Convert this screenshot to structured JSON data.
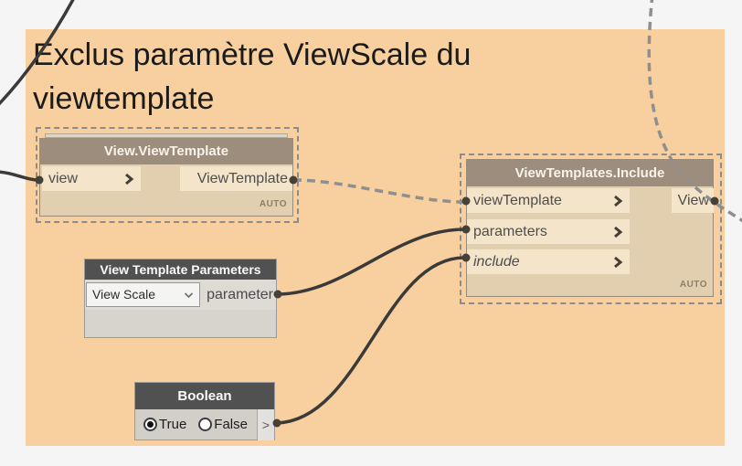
{
  "colors": {
    "canvas_bg": "#f5f5f5",
    "group_bg": "#f8cf9e",
    "wire_solid": "#3a3a3a",
    "wire_dashed": "#8f8f8f",
    "port_dot": "#44403a",
    "frozen_header_bg": "#9d8d7d",
    "frozen_cell_bg": "#f3e4ca",
    "normal_header_bg": "#515151"
  },
  "group": {
    "title_line1": "Exclus paramètre ViewScale du",
    "title_line2": "viewtemplate"
  },
  "nodes": {
    "view_viewtemplate": {
      "title": "View.ViewTemplate",
      "input": "view",
      "output": "ViewTemplate",
      "lacing": "AUTO"
    },
    "viewtemplates_include": {
      "title": "ViewTemplates.Include",
      "inputs": [
        {
          "label": "viewTemplate"
        },
        {
          "label": "parameters"
        },
        {
          "label": "include"
        }
      ],
      "output": "View",
      "lacing": "AUTO"
    },
    "view_template_parameters": {
      "title": "View Template Parameters",
      "dropdown_value": "View Scale",
      "output": "parameter"
    },
    "boolean": {
      "title": "Boolean",
      "option_true": "True",
      "option_false": "False",
      "selected": "True",
      "output": ">"
    }
  }
}
